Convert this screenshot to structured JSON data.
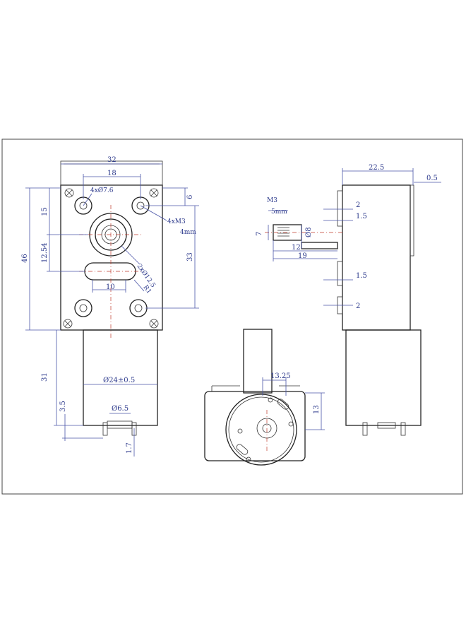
{
  "dimensions": {
    "front": {
      "width": "32",
      "hole_spacing": "18",
      "small_hole": "4xØ7.6",
      "screw_thread": "4xM3",
      "depth": "4mm",
      "bolt_circle": "2xØ12.5",
      "radius": "R1",
      "slot_width": "10",
      "top_offset": "6",
      "height_total": "46",
      "upper_height": "15",
      "mid_height": "12.54",
      "lower_height": "33",
      "motor_length": "31",
      "motor_diameter": "Ø24±0.5",
      "terminal_gap": "Ø6.5",
      "terminal_length": "3.5",
      "terminal_thickness": "1.7"
    },
    "side": {
      "depth_total": "22.5",
      "edge_offset": "0.5",
      "shaft_thread": "M3",
      "shaft_thread_depth": "5mm",
      "shaft_flat": "7",
      "shaft_dia": "Ø8",
      "shaft_len_a": "12",
      "shaft_len_b": "19",
      "step_a": "2",
      "step_b": "1.5",
      "step_c": "1.5",
      "step_d": "2"
    },
    "bottom": {
      "offset": "13.25",
      "height": "13"
    }
  }
}
